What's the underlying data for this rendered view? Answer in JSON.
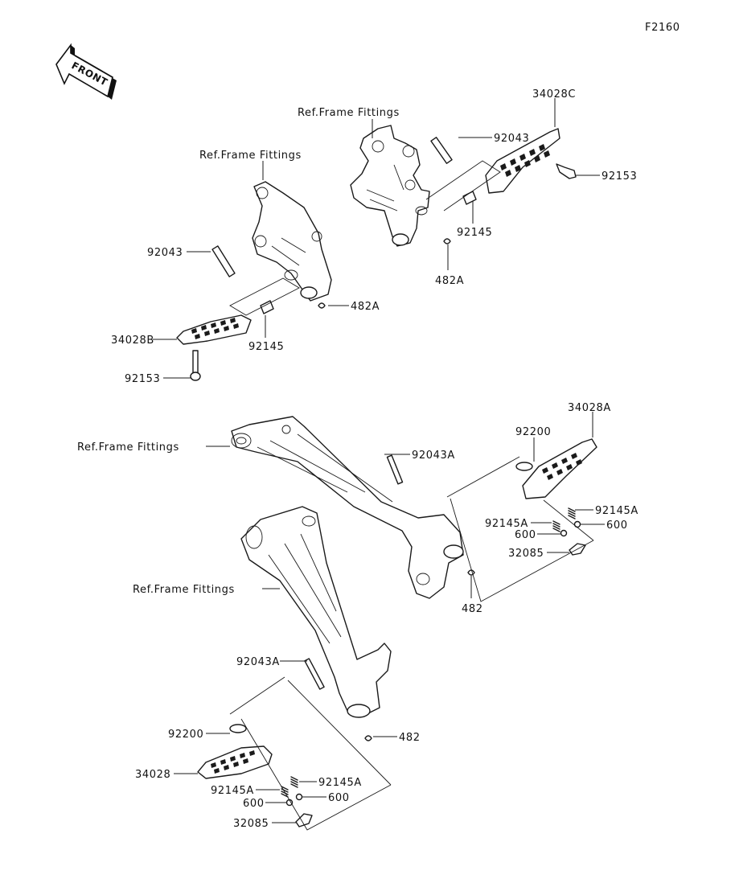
{
  "figure_code": "F2160",
  "front_arrow": {
    "label": "FRONT",
    "icon": "front-arrow-icon"
  },
  "labels": {
    "ref_frame_1": "Ref.Frame Fittings",
    "ref_frame_2": "Ref.Frame Fittings",
    "ref_frame_3": "Ref.Frame Fittings",
    "ref_frame_4": "Ref.Frame Fittings",
    "p34028C": "34028C",
    "p92043_r": "92043",
    "p92153_r": "92153",
    "p92145_r": "92145",
    "p482A_r": "482A",
    "p92043_l": "92043",
    "p482A_l": "482A",
    "p34028B": "34028B",
    "p92145_l": "92145",
    "p92153_l": "92153",
    "p34028A": "34028A",
    "p92200_r": "92200",
    "p92043A_r": "92043A",
    "p92145A_r1": "92145A",
    "p92145A_r2": "92145A",
    "p600_r1": "600",
    "p600_r2": "600",
    "p32085_r": "32085",
    "p482_r": "482",
    "p92043A_l": "92043A",
    "p92200_l": "92200",
    "p482_l": "482",
    "p34028": "34028",
    "p92145A_l1": "92145A",
    "p92145A_l2": "92145A",
    "p600_l1": "600",
    "p600_l2": "600",
    "p32085_l": "32085"
  }
}
